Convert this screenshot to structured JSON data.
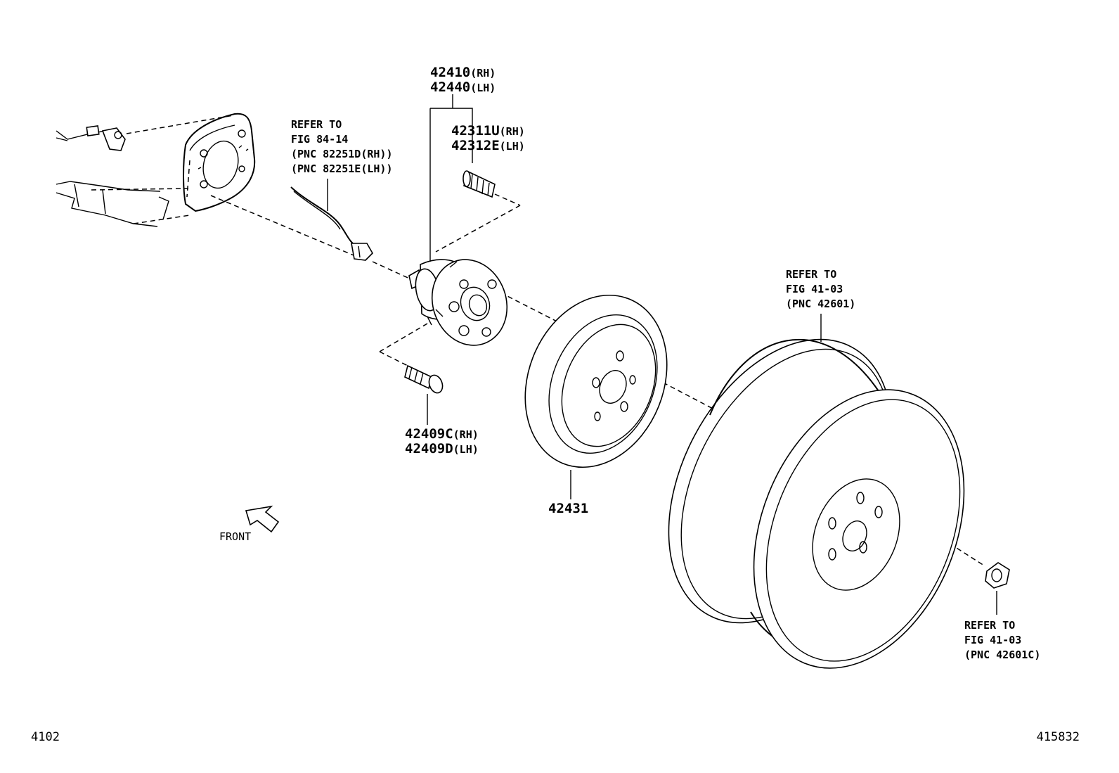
{
  "callouts": {
    "hub": {
      "line1_num": "42410",
      "line1_side": "(RH)",
      "line2_num": "42440",
      "line2_side": "(LH)"
    },
    "hub_bolt": {
      "line1_num": "42311U",
      "line1_side": "(RH)",
      "line2_num": "42312E",
      "line2_side": "(LH)"
    },
    "sensor_ref": {
      "line1": "REFER TO",
      "line2": "FIG 84-14",
      "line3": "(PNC 82251D(RH))",
      "line4": "(PNC 82251E(LH))"
    },
    "hub_screw": {
      "line1_num": "42409C",
      "line1_side": "(RH)",
      "line2_num": "42409D",
      "line2_side": "(LH)"
    },
    "brake_disc": {
      "num": "42431"
    },
    "wheel_ref": {
      "line1": "REFER TO",
      "line2": "FIG 41-03",
      "line3": "(PNC 42601)"
    },
    "nut_ref": {
      "line1": "REFER TO",
      "line2": "FIG 41-03",
      "line3": "(PNC 42601C)"
    }
  },
  "front_label": "FRONT",
  "footer": {
    "left_code": "4102",
    "right_code": "415832"
  }
}
